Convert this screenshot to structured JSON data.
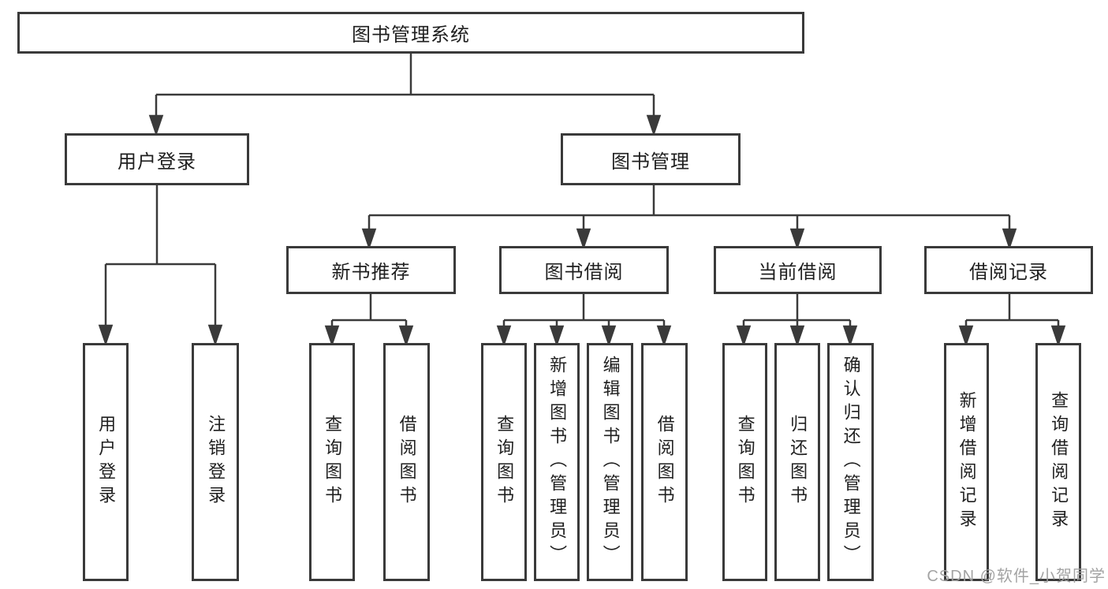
{
  "diagram": {
    "title": "图书管理系统",
    "tree": {
      "root": {
        "label": "图书管理系统",
        "children": [
          {
            "label": "用户登录",
            "children": [
              {
                "label": "用户登录"
              },
              {
                "label": "注销登录"
              }
            ]
          },
          {
            "label": "图书管理",
            "children": [
              {
                "label": "新书推荐",
                "children": [
                  {
                    "label": "查询图书"
                  },
                  {
                    "label": "借阅图书"
                  }
                ]
              },
              {
                "label": "图书借阅",
                "children": [
                  {
                    "label": "查询图书"
                  },
                  {
                    "label": "新增图书（管理员）"
                  },
                  {
                    "label": "编辑图书（管理员）"
                  },
                  {
                    "label": "借阅图书"
                  }
                ]
              },
              {
                "label": "当前借阅",
                "children": [
                  {
                    "label": "查询图书"
                  },
                  {
                    "label": "归还图书"
                  },
                  {
                    "label": "确认归还（管理员）"
                  }
                ]
              },
              {
                "label": "借阅记录",
                "children": [
                  {
                    "label": "新增借阅记录"
                  },
                  {
                    "label": "查询借阅记录"
                  }
                ]
              }
            ]
          }
        ]
      }
    },
    "colors": {
      "line": "#3a3a3a",
      "box_border": "#3a3a3a",
      "box_background": "#ffffff",
      "text": "#1f1f1f",
      "watermark": "#9e9e9e",
      "background": "#ffffff"
    }
  },
  "watermark": {
    "text": "CSDN @软件_小贺同学"
  }
}
